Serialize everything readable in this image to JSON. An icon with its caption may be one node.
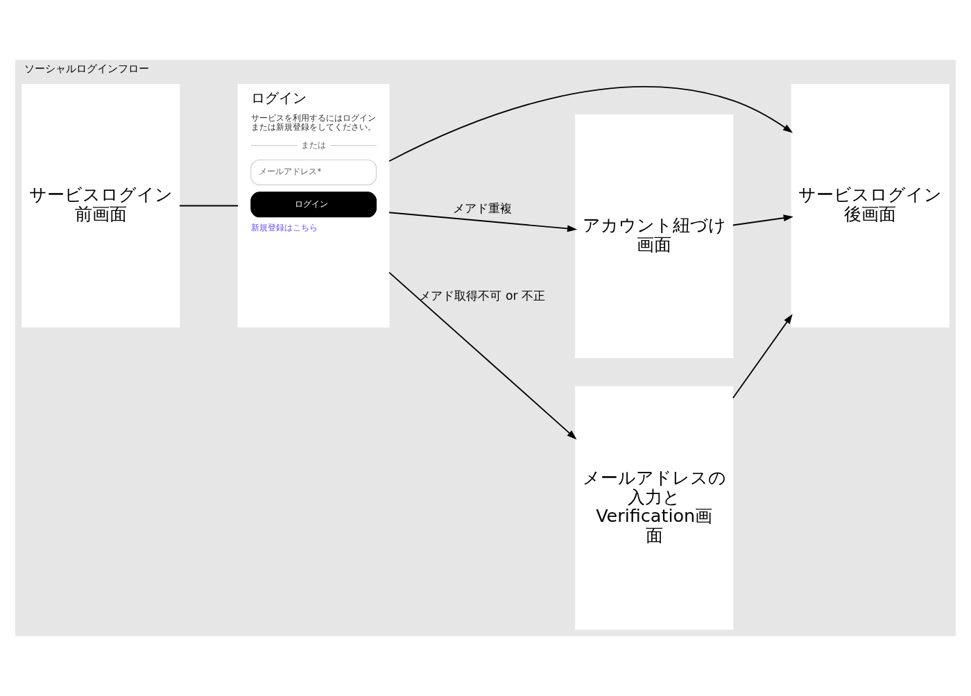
{
  "diagram": {
    "nodes": [
      {
        "text": [
          "ソーシャルログインフロー"
        ]
      },
      {
        "text": [
          "サービスログイン前画面"
        ],
        "in": 0
      },
      {
        "text": [
          "ログイン",
          "サービスを利用するにはログインまたは新規登録をしてください。",
          "または",
          "メールアドレス*",
          "ログイン",
          "新規登録はこちら"
        ],
        "in": 0
      },
      {
        "text": [
          "サービスログイン後画面"
        ],
        "in": 0
      },
      {
        "text": [
          "アカウント紐づけ画面"
        ],
        "in": 0
      },
      {
        "text": [
          "メールアドレスの入力とVerification画面"
        ],
        "in": 0
      }
    ],
    "edges": [
      {
        "from": 1,
        "to": 2,
        "arrow": "none"
      },
      {
        "from": 2,
        "to": 5,
        "arrow": "to",
        "label": "メアド取得不可 or 不正"
      },
      {
        "from": 2,
        "to": 4,
        "arrow": "to",
        "label": "メアド重複"
      },
      {
        "from": 2,
        "to": 3,
        "arrow": "to"
      },
      {
        "from": 4,
        "to": 3,
        "arrow": "to"
      },
      {
        "from": 5,
        "to": 3,
        "arrow": "to"
      }
    ]
  }
}
